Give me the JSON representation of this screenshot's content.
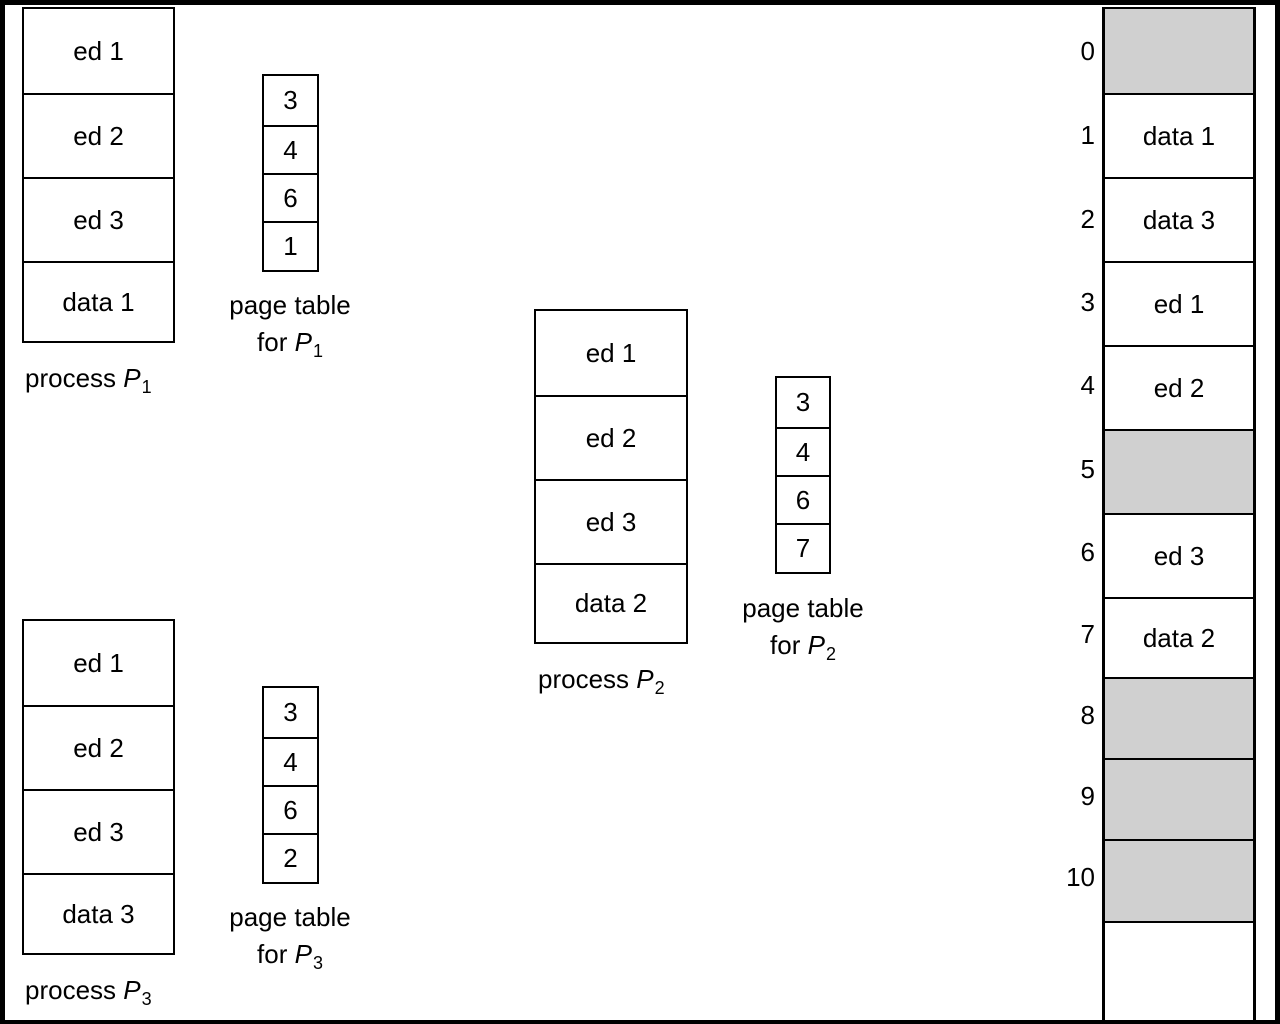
{
  "processes": [
    {
      "id": "p1",
      "pages": [
        "ed 1",
        "ed 2",
        "ed 3",
        "data 1"
      ],
      "caption": "process",
      "name": "P",
      "sub": "1"
    },
    {
      "id": "p2",
      "pages": [
        "ed 1",
        "ed 2",
        "ed 3",
        "data 2"
      ],
      "caption": "process",
      "name": "P",
      "sub": "2"
    },
    {
      "id": "p3",
      "pages": [
        "ed 1",
        "ed 2",
        "ed 3",
        "data 3"
      ],
      "caption": "process",
      "name": "P",
      "sub": "3"
    }
  ],
  "page_tables": [
    {
      "id": "pt1",
      "entries": [
        "3",
        "4",
        "6",
        "1"
      ],
      "line1": "page table",
      "line2": "for",
      "name": "P",
      "sub": "1"
    },
    {
      "id": "pt2",
      "entries": [
        "3",
        "4",
        "6",
        "7"
      ],
      "line1": "page table",
      "line2": "for",
      "name": "P",
      "sub": "2"
    },
    {
      "id": "pt3",
      "entries": [
        "3",
        "4",
        "6",
        "2"
      ],
      "line1": "page table",
      "line2": "for",
      "name": "P",
      "sub": "3"
    }
  ],
  "physical_memory": {
    "frames": [
      {
        "number": "0",
        "content": "",
        "free": true
      },
      {
        "number": "1",
        "content": "data 1",
        "free": false
      },
      {
        "number": "2",
        "content": "data 3",
        "free": false
      },
      {
        "number": "3",
        "content": "ed 1",
        "free": false
      },
      {
        "number": "4",
        "content": "ed 2",
        "free": false
      },
      {
        "number": "5",
        "content": "",
        "free": true
      },
      {
        "number": "6",
        "content": "ed 3",
        "free": false
      },
      {
        "number": "7",
        "content": "data 2",
        "free": false
      },
      {
        "number": "8",
        "content": "",
        "free": true
      },
      {
        "number": "9",
        "content": "",
        "free": true
      },
      {
        "number": "10",
        "content": "",
        "free": true
      }
    ]
  },
  "colors": {
    "free_frame": "#d0d0d0",
    "border": "#000000",
    "background": "#ffffff"
  }
}
